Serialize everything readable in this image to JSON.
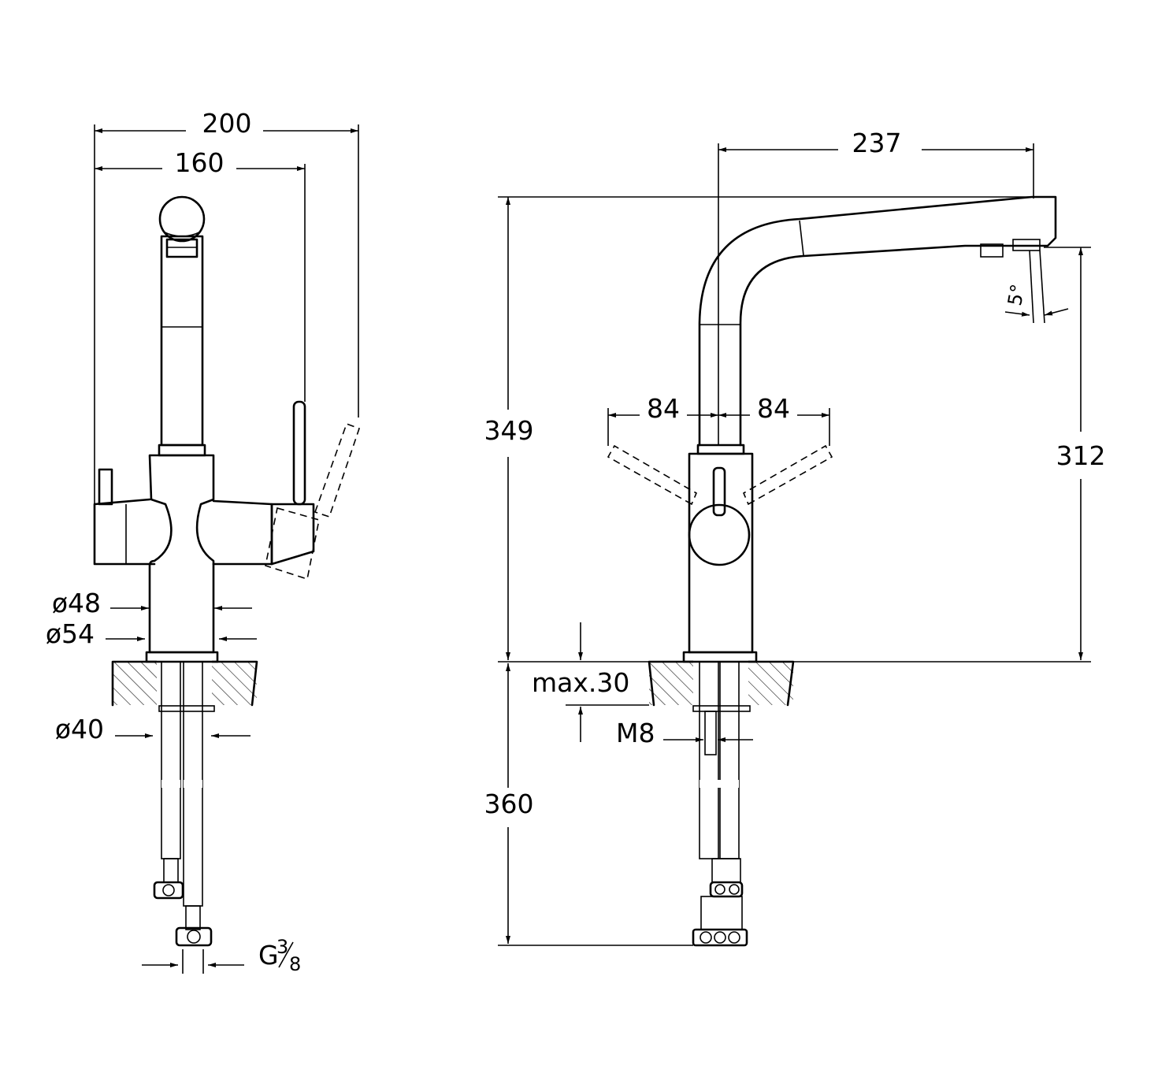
{
  "front_view": {
    "width_overall": "200",
    "width_lever": "160",
    "dia_body_inner": "ø48",
    "dia_body_outer": "ø54",
    "dia_shank": "ø40",
    "thread_prefix": "G",
    "thread_num": "3",
    "thread_den": "8"
  },
  "side_view": {
    "spout_reach": "237",
    "height_total": "349",
    "height_outlet": "312",
    "lever_left": "84",
    "lever_right": "84",
    "spout_angle": "5°",
    "max_counter": "max.30",
    "stud_thread": "M8",
    "hose_length": "360"
  },
  "colors": {
    "line": "#000000",
    "background": "#ffffff"
  }
}
